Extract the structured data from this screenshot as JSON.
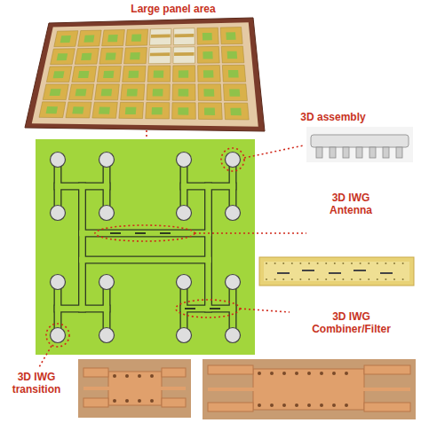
{
  "diagram": {
    "labels": [
      "Large panel area",
      "3D assembly",
      "3D IWG Antenna",
      "3D IWG Combiner/Filter",
      "3D IWG transition"
    ]
  }
}
